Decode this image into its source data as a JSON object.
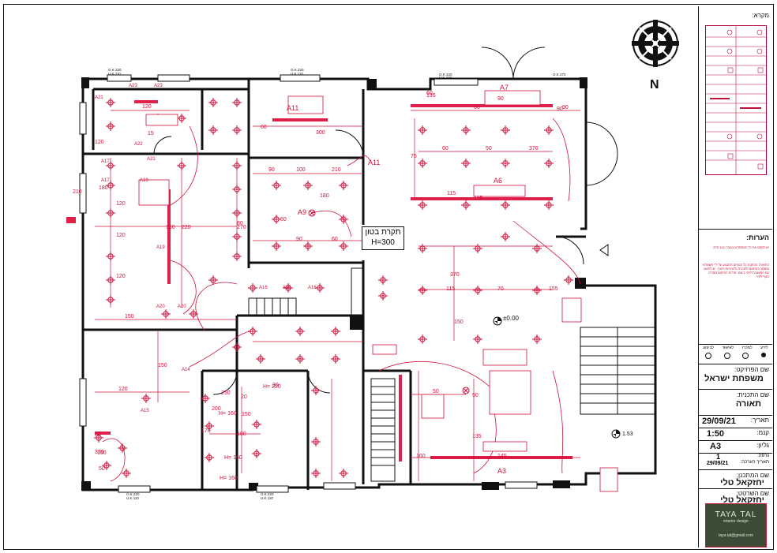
{
  "title_block": {
    "legend_title": "מקרא:",
    "notes_title": "הערות:",
    "notes_text": "יש למקם את כל המספרים בגובה 110 ס\"מ",
    "notes_body": "התאורה והתקנת כל הגופים תתבצע על ידי חשמלאי מוסמך בהתאם לתוכנית ולהנחיות היצרן. יש לתאם עם המעצבת לפני ביצוע. מידות המיקום ממרכז הגוף לקיר.",
    "status_labels": [
      "לביצוע",
      "לאישור",
      "למכרז",
      "לידע"
    ],
    "project_name_label": "שם הפרויקט:",
    "project_name": "משפחת ישראל",
    "plan_name_label": "שם התכנית:",
    "plan_name": "תאורה",
    "date_label": "תאריך:",
    "date": "29/09/21",
    "scale_label": "קנמ:",
    "scale": "1:50",
    "sheet_label": "גליון:",
    "sheet": "A3",
    "version_label": "גרסה:",
    "version": "1",
    "revision_date_label": "תאריך הערכה:",
    "revision_date": "29/09/21",
    "designer_label": "שם המתכנן:",
    "designer": "יחזקאל טלי",
    "drafter_label": "שם השרטט:",
    "drafter": "יחזקאל טלי",
    "logo_name": "TAYA TAL",
    "logo_sub": "interior design",
    "logo_email": "taya.tal@gmail.com"
  },
  "plan": {
    "north": "N",
    "ceiling_label_line1": "תקרת בטון",
    "ceiling_label_line2": "H=300",
    "level_main": "±0.00",
    "level_stair": "1.53",
    "fixture_labels": [
      "A21",
      "A23",
      "A23",
      "A22",
      "A21",
      "A17",
      "A17",
      "A19",
      "A19",
      "A20",
      "A20",
      "A15",
      "A11",
      "A11",
      "A9",
      "A7",
      "A6",
      "A3",
      "A14",
      "A16",
      "A16",
      "A16"
    ],
    "dims": [
      "120",
      "15",
      "120",
      "180",
      "210",
      "120",
      "120",
      "120",
      "90",
      "100",
      "210",
      "300",
      "60",
      "180",
      "60",
      "90",
      "60",
      "135",
      "60",
      "90",
      "60",
      "50",
      "370",
      "75",
      "115",
      "115",
      "115",
      "70",
      "155",
      "370",
      "150",
      "150",
      "150",
      "120",
      "80",
      "100",
      "50",
      "100",
      "200",
      "150",
      "30",
      "50",
      "50",
      "135",
      "160",
      "145",
      "160",
      "220",
      "270",
      "80",
      "250",
      "170",
      "370",
      "20",
      "60",
      "90",
      "90"
    ],
    "wall_marks": [
      "O.K 220",
      "U.K 110",
      "O.K 220",
      "U.K 110",
      "O.K 220",
      "U.K 110",
      "O.K 220",
      "U.K 110",
      "O.K 220",
      "U.K 110",
      "O.K 270"
    ],
    "heights": [
      "H= 160",
      "H= 160",
      "H= 220",
      "H= 160"
    ]
  },
  "colors": {
    "fixture": "#d0103a",
    "wall": "#111111",
    "dim": "#d0103a"
  }
}
